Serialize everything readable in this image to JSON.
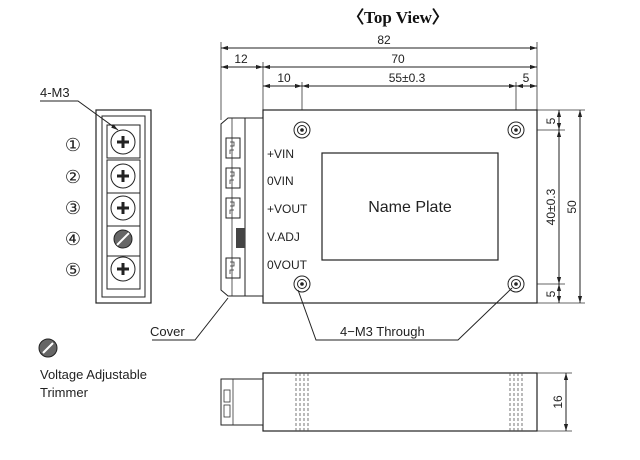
{
  "title": "〈Top View〉",
  "dimensions": {
    "overall_width": "82",
    "body_width": "70",
    "terminal_offset": "12",
    "hole_offset_left": "10",
    "hole_pitch": "55±0.3",
    "hole_offset_right": "5",
    "hole_offset_top": "5",
    "hole_pitch_vertical": "40±0.3",
    "overall_height": "50",
    "hole_offset_bottom": "5",
    "thickness": "16"
  },
  "terminal_block": {
    "label": "4-M3",
    "positions": [
      "①",
      "②",
      "③",
      "④",
      "⑤"
    ]
  },
  "pin_labels": [
    "+VIN",
    "0VIN",
    "+VOUT",
    "V.ADJ",
    "0VOUT"
  ],
  "name_plate": "Name Plate",
  "callouts": {
    "cover": "Cover",
    "through_holes": "4−M3  Through"
  },
  "legend": {
    "line1": "Voltage Adjustable",
    "line2": "Trimmer"
  }
}
